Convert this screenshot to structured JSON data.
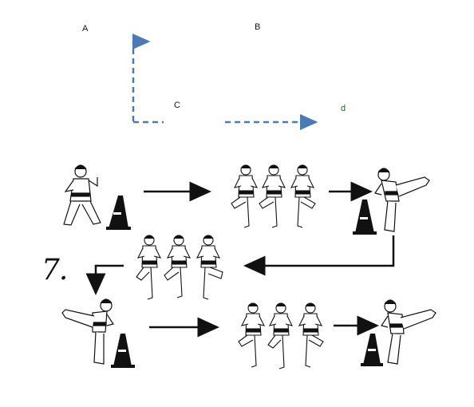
{
  "labels": {
    "a": "A",
    "b": "B",
    "c": "C",
    "d": "d"
  },
  "step_number": "7.",
  "colors": {
    "dashed_path": "#4a7ab8",
    "arrow": "#111111",
    "cone": "#111111",
    "figure_stroke": "#111111",
    "belt": "#111111",
    "hair": "#111111"
  },
  "figures": [
    {
      "name": "ready-stance-karateka",
      "icon": "karate-ready-stance"
    },
    {
      "name": "knee-raise-group-1",
      "icon": "three-karateka-knee-raise"
    },
    {
      "name": "side-kick-karateka-1",
      "icon": "karate-side-kick"
    },
    {
      "name": "knee-raise-group-2",
      "icon": "three-karateka-knee-raise"
    },
    {
      "name": "side-kick-karateka-2",
      "icon": "karate-side-kick"
    },
    {
      "name": "knee-raise-group-3",
      "icon": "three-karateka-knee-raise"
    },
    {
      "name": "side-kick-karateka-3",
      "icon": "karate-side-kick"
    }
  ],
  "cones": [
    "cone-1",
    "cone-2",
    "cone-3",
    "cone-4"
  ]
}
